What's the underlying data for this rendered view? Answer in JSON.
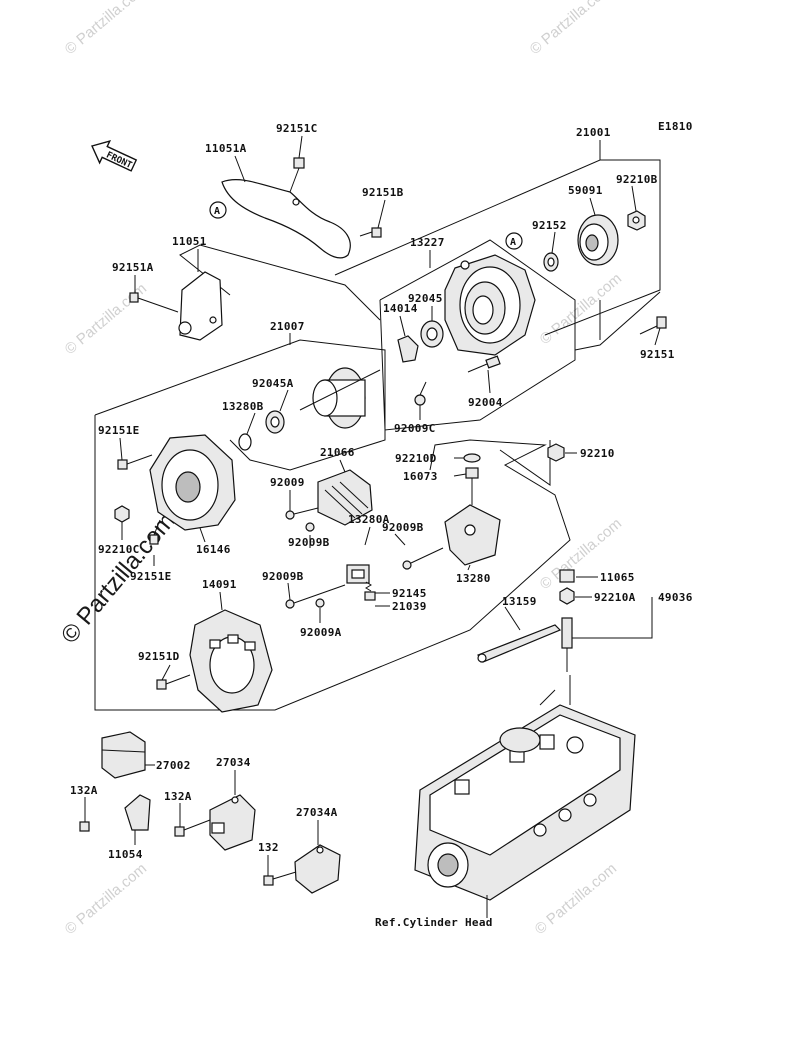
{
  "diagram": {
    "code": "E1810",
    "front_label": "FRONT",
    "ref_label": "Ref.Cylinder Head",
    "callout": "A",
    "watermark_small": "© Partzilla.com",
    "watermark_big": "© Partzilla.com",
    "labels": {
      "p92151C": "92151C",
      "p11051A": "11051A",
      "p92151B": "92151B",
      "p11051": "11051",
      "p92151A": "92151A",
      "p21001": "21001",
      "p59091": "59091",
      "p92210B": "92210B",
      "p13227": "13227",
      "p92152": "92152",
      "p14014": "14014",
      "p92045": "92045",
      "p92151": "92151",
      "p92004": "92004",
      "p92009C": "92009C",
      "p21007": "21007",
      "p92045A": "92045A",
      "p13280B": "13280B",
      "p21066": "21066",
      "p92151E_top": "92151E",
      "p92009_a": "92009",
      "p92210D": "92210D",
      "p16073": "16073",
      "p92210": "92210",
      "p13280A": "13280A",
      "p92009B_a": "92009B",
      "p92009B_b": "92009B",
      "p92210C": "92210C",
      "p16146": "16146",
      "p92151E_bot": "92151E",
      "p13280": "13280",
      "p92009B_c": "92009B",
      "p14091": "14091",
      "p92145": "92145",
      "p21039": "21039",
      "p92009A": "92009A",
      "p11065": "11065",
      "p13159": "13159",
      "p92210A": "92210A",
      "p49036": "49036",
      "p92151D": "92151D",
      "p27002": "27002",
      "p27034": "27034",
      "p132A_a": "132A",
      "p132A_b": "132A",
      "p11054": "11054",
      "p27034A": "27034A",
      "p132": "132"
    }
  }
}
